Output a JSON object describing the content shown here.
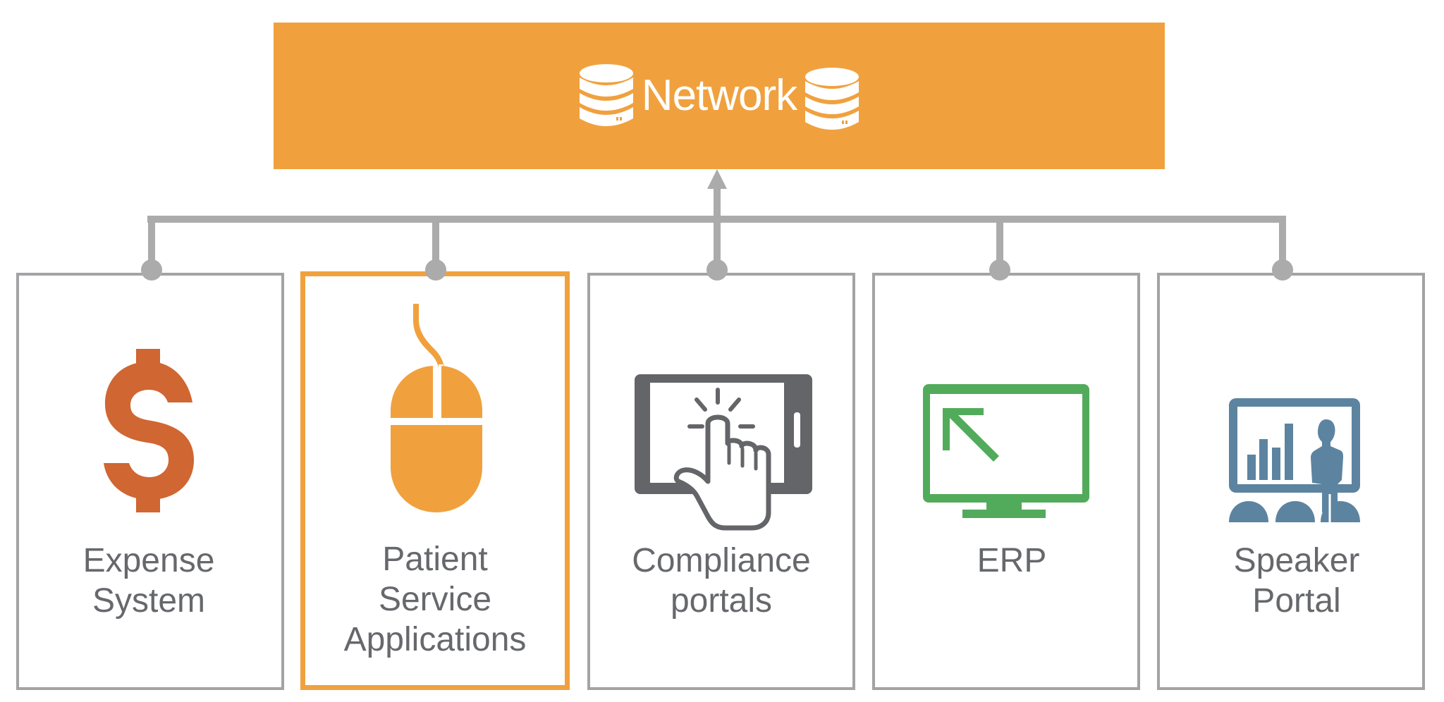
{
  "network": {
    "title": "Network",
    "icons": [
      "database-icon",
      "database-icon"
    ],
    "color": "#F0A13E"
  },
  "connector_color": "#ABABAB",
  "cards": [
    {
      "id": "expense-system",
      "lines": [
        "Expense",
        "System"
      ],
      "icon": "dollar-icon",
      "color": "#D06631",
      "highlighted": false
    },
    {
      "id": "patient-service-applications",
      "lines": [
        "Patient",
        "Service",
        "Applications"
      ],
      "icon": "mouse-icon",
      "color": "#F0A13E",
      "highlighted": true
    },
    {
      "id": "compliance-portals",
      "lines": [
        "Compliance",
        "portals"
      ],
      "icon": "tablet-touch-icon",
      "color": "#646569",
      "highlighted": false
    },
    {
      "id": "erp",
      "lines": [
        "ERP"
      ],
      "icon": "monitor-arrow-icon",
      "color": "#52AB5B",
      "highlighted": false
    },
    {
      "id": "speaker-portal",
      "lines": [
        "Speaker",
        "Portal"
      ],
      "icon": "presentation-speaker-icon",
      "color": "#5C84A0",
      "highlighted": false
    }
  ]
}
